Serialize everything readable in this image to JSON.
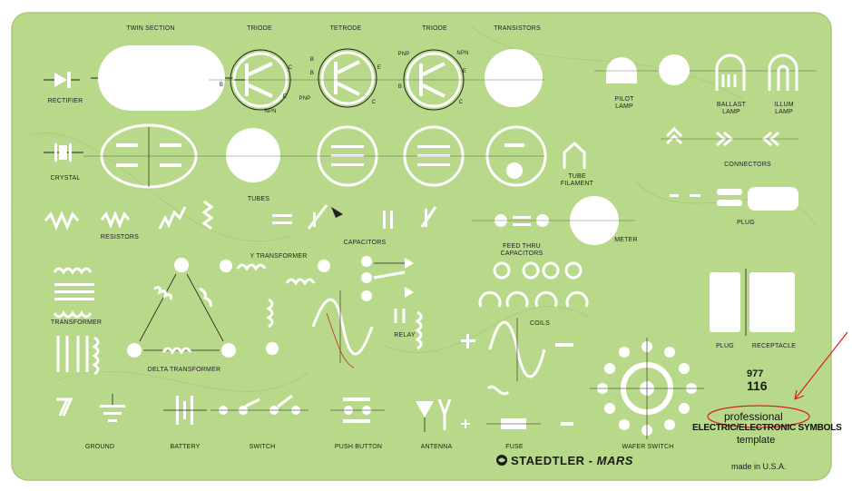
{
  "template": {
    "plate_color": "#b9d98a",
    "cutout_color": "#ffffff",
    "annotation_color": "#d62020",
    "labels": {
      "twin_section": "TWIN SECTION",
      "triode_1": "TRIODE",
      "tetrode": "TETRODE",
      "triode_2": "TRIODE",
      "transistors": "TRANSISTORS",
      "rectifier": "RECTIFIER",
      "crystal": "CRYSTAL",
      "tubes": "TUBES",
      "pilot_lamp_1": "PILOT",
      "pilot_lamp_2": "LAMP",
      "ballast_lamp_1": "BALLAST",
      "ballast_lamp_2": "LAMP",
      "illum_lamp_1": "ILLUM",
      "illum_lamp_2": "LAMP",
      "connectors": "CONNECTORS",
      "tube_filament_1": "TUBE",
      "tube_filament_2": "FILAMENT",
      "plug": "PLUG",
      "resistors": "RESISTORS",
      "capacitors": "CAPACITORS",
      "feed_thru_1": "FEED THRU",
      "feed_thru_2": "CAPACITORS",
      "meter": "METER",
      "y_transformer": "Y TRANSFORMER",
      "transformer": "TRANSFORMER",
      "relay": "RELAY",
      "coils": "COILS",
      "plug_2": "PLUG",
      "receptacle": "RECEPTACLE",
      "delta_transformer": "DELTA TRANSFORMER",
      "ground": "GROUND",
      "battery": "BATTERY",
      "switch": "SWITCH",
      "push_button": "PUSH BUTTON",
      "antenna": "ANTENNA",
      "fuse": "FUSE",
      "wafer_switch": "WAFER SWITCH",
      "npn_1": "NPN",
      "pnp_1": "PNP",
      "pnp_2": "PNP",
      "npn_2": "NPN",
      "c1_a": "C",
      "b1_a": "B",
      "e1_a": "E",
      "b1_b": "B",
      "b2_b": "B",
      "e1_b": "E",
      "c1_b": "C",
      "b1_c": "B",
      "e1_c": "E",
      "c1_c": "C"
    },
    "brand_1": "STAEDTLER",
    "brand_dash": " - ",
    "brand_2": "MARS",
    "model_number_1": "977",
    "model_number_2": "116",
    "title_1": "professional",
    "title_2": "ELECTRIC/ELECTRONIC SYMBOLS",
    "title_3": "template",
    "made_in": "made in U.S.A."
  }
}
